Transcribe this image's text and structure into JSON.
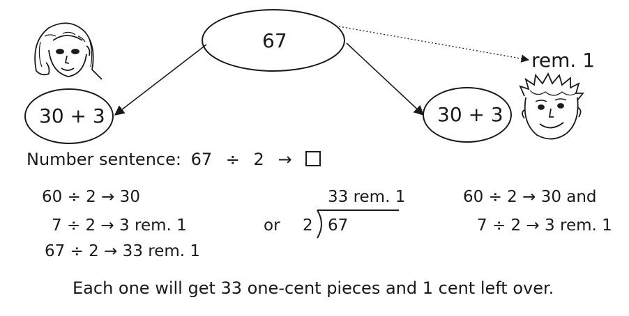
{
  "top_number": "67",
  "remainder_label": "rem. 1",
  "left_split": "30 + 3",
  "right_split": "30 + 3",
  "number_sentence": {
    "label": "Number sentence:",
    "dividend": "67",
    "div_sign": "÷",
    "divisor": "2",
    "arrow": "→"
  },
  "left_method": {
    "line1": "60 ÷ 2 → 30",
    "line2": "7 ÷ 2 →  3 rem. 1",
    "line3": "67 ÷ 2 → 33 rem. 1"
  },
  "or_label": "or",
  "long_division": {
    "quotient": "33 rem. 1",
    "divisor": "2",
    "dividend": "67"
  },
  "right_method": {
    "line1": "60 ÷ 2 → 30 and",
    "line2": "7 ÷ 2 →  3 rem. 1"
  },
  "conclusion": "Each one will get 33 one-cent pieces and 1 cent left over.",
  "ink_color": "#1a1a1a"
}
